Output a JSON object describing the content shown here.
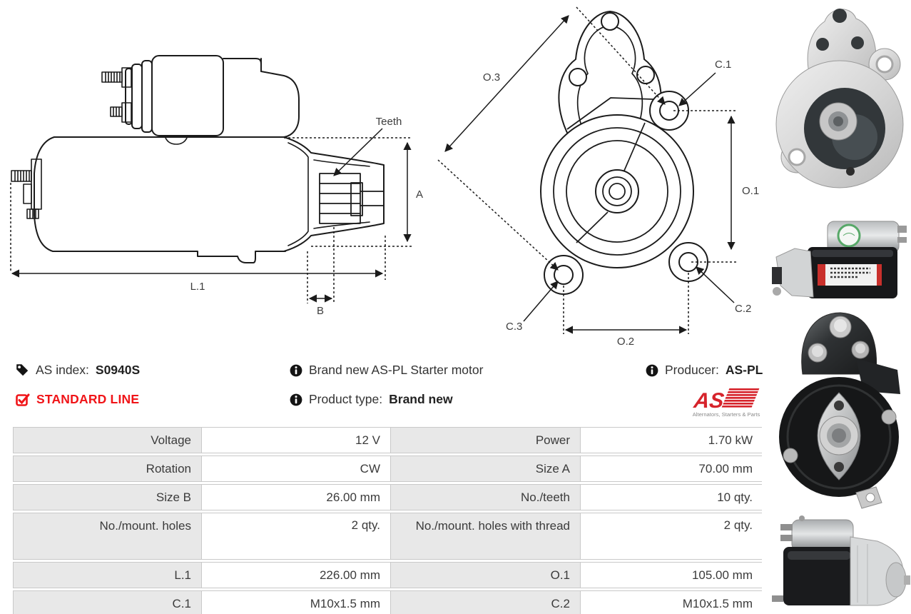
{
  "colors": {
    "accent_red": "#f01418",
    "logo_red": "#d6232b",
    "table_label_bg": "#e8e8e8",
    "table_border": "#c9c9c9",
    "ink": "#1b1b1b"
  },
  "diagram": {
    "side_labels": {
      "teeth": "Teeth",
      "a": "A",
      "l1": "L.1",
      "b": "B"
    },
    "front_labels": {
      "o1": "O.1",
      "o2": "O.2",
      "o3": "O.3",
      "c1": "C.1",
      "c2": "C.2",
      "c3": "C.3"
    }
  },
  "info": {
    "as_index_label": "AS index:",
    "as_index_value": "S0940S",
    "standard_line": "STANDARD LINE",
    "brand_new_line": "Brand new AS-PL Starter motor",
    "product_type_label": "Product type:",
    "product_type_value": "Brand new",
    "producer_label": "Producer:",
    "producer_value": "AS-PL",
    "logo_text": "AS",
    "logo_subtext": "Alternators, Starters & Parts"
  },
  "spec_table": {
    "rows": [
      [
        {
          "label": "Voltage",
          "value": "12 V"
        },
        {
          "label": "Power",
          "value": "1.70 kW"
        }
      ],
      [
        {
          "label": "Rotation",
          "value": "CW"
        },
        {
          "label": "Size A",
          "value": "70.00 mm"
        }
      ],
      [
        {
          "label": "Size B",
          "value": "26.00 mm"
        },
        {
          "label": "No./teeth",
          "value": "10 qty."
        }
      ],
      [
        {
          "label": "No./mount. holes",
          "value": "2 qty."
        },
        {
          "label": "No./mount. holes with thread",
          "value": "2 qty."
        }
      ],
      [
        {
          "label": "L.1",
          "value": "226.00 mm"
        },
        {
          "label": "O.1",
          "value": "105.00 mm"
        }
      ],
      [
        {
          "label": "C.1",
          "value": "M10x1.5 mm"
        },
        {
          "label": "C.2",
          "value": "M10x1.5 mm"
        }
      ]
    ]
  },
  "photos": [
    {
      "name": "starter-front-view-photo"
    },
    {
      "name": "starter-side-view-photo"
    },
    {
      "name": "starter-rear-view-photo"
    },
    {
      "name": "starter-side-view-2-photo"
    }
  ]
}
